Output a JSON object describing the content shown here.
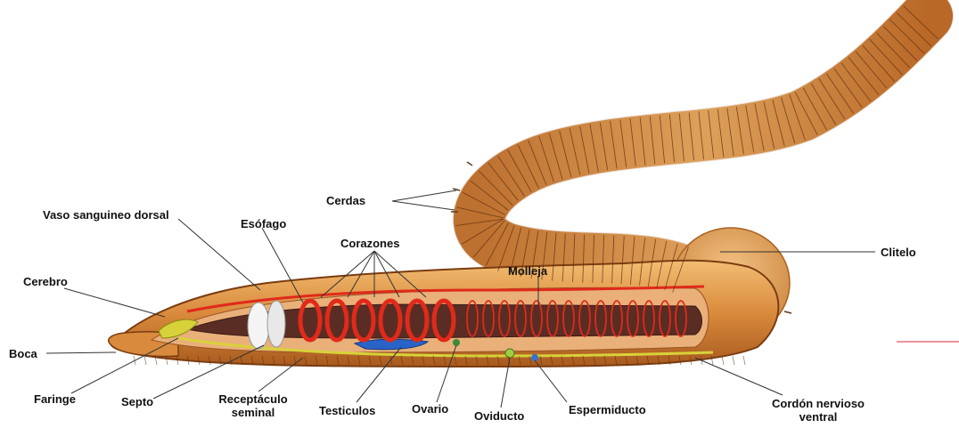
{
  "colors": {
    "body_light": "#e8a85a",
    "body_mid": "#d98a3c",
    "body_dark": "#a85a1e",
    "segment_line": "#5a2c0c",
    "gut": "#5a2d24",
    "blood_vessel": "#e02a1a",
    "nerve_yellow": "#d8d23a",
    "testis_blue": "#2a63c8",
    "leader_line": "#333333"
  },
  "labels": {
    "cerdas": "Cerdas",
    "vaso": "Vaso sanguineo dorsal",
    "esofago": "Esófago",
    "corazones": "Corazones",
    "cerebro": "Cerebro",
    "molleja": "Molleja",
    "clitelo": "Clitelo",
    "boca": "Boca",
    "faringe": "Faringe",
    "septo": "Septo",
    "receptaculo_1": "Receptáculo",
    "receptaculo_2": "seminal",
    "testiculos": "Testiculos",
    "ovario": "Ovario",
    "oviducto": "Oviducto",
    "espermiducto": "Espermiducto",
    "cordon_1": "Cordón nervioso",
    "cordon_2": "ventral"
  }
}
